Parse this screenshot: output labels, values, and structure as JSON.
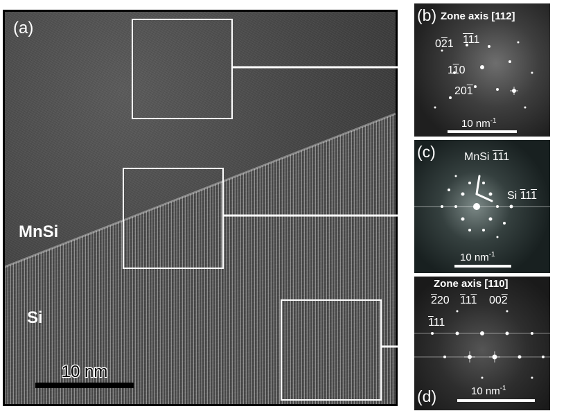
{
  "panel_a": {
    "label": "(a)",
    "phase_top": "MnSi",
    "phase_bottom": "Si",
    "scale_bar": "10 nm"
  },
  "panel_b": {
    "label": "(b)",
    "zone_axis": "Zone axis [112]",
    "reflections": [
      {
        "pre": "0",
        "bar": "2",
        "post": "1"
      },
      {
        "pre": "",
        "bar": "1",
        "mid": "",
        "bar2": "1",
        "post": "1"
      },
      {
        "pre": "1",
        "bar": "1",
        "post": "0"
      },
      {
        "pre": "20",
        "bar": "1",
        "post": ""
      }
    ],
    "scale_bar": "10 nm",
    "scale_unit_exp": "-1"
  },
  "panel_c": {
    "label": "(c)",
    "phase1": "MnSi",
    "phase1_idx": {
      "bar1": "1",
      "bar2": "1",
      "post": "1"
    },
    "phase2": "Si",
    "phase2_idx": {
      "bar1": "1",
      "mid": "1",
      "bar2": "1"
    },
    "scale_bar": "10 nm",
    "scale_unit_exp": "-1"
  },
  "panel_d": {
    "label": "(d)",
    "zone_axis": "Zone axis [110]",
    "reflections": [
      {
        "bar": "2",
        "post": "20"
      },
      {
        "bar": "1",
        "mid": "1",
        "bar2": "1"
      },
      {
        "pre": "00",
        "bar": "2"
      },
      {
        "bar": "1",
        "post": "11"
      }
    ],
    "scale_bar": "10 nm",
    "scale_unit_exp": "-1"
  },
  "colors": {
    "frame": "#000000",
    "annotation": "#ffffff"
  }
}
